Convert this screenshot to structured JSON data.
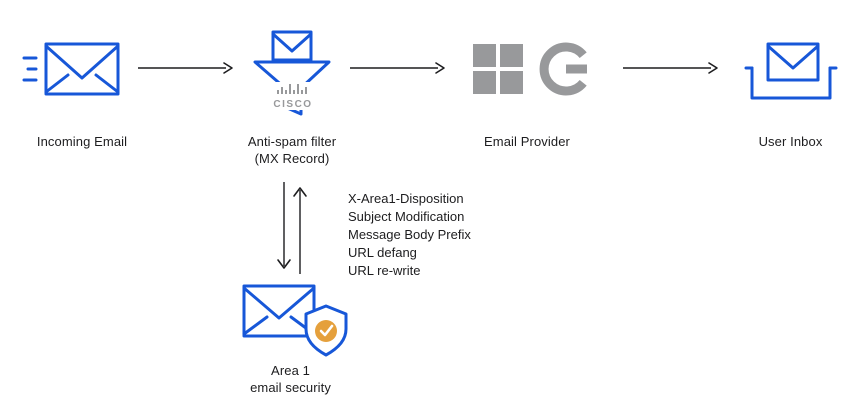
{
  "colors": {
    "accent": "#1757d8",
    "logoGray": "#98999b",
    "arrow": "#1d1d1f",
    "badgeOrange": "#e5a03c"
  },
  "nodes": {
    "incoming_email": {
      "label": "Incoming Email"
    },
    "anti_spam": {
      "label": "Anti-spam filter",
      "sublabel": "(MX Record)"
    },
    "email_provider": {
      "label": "Email Provider"
    },
    "user_inbox": {
      "label": "User Inbox"
    },
    "area1": {
      "label": "Area 1",
      "sublabel": "email security"
    }
  },
  "brands": {
    "cisco": "CISCO",
    "microsoft": "microsoft-logo",
    "google": "google-g-logo"
  },
  "annotations": {
    "lines": [
      "X-Area1-Disposition",
      "Subject Modification",
      "Message Body Prefix",
      "URL defang",
      "URL re-write"
    ]
  }
}
